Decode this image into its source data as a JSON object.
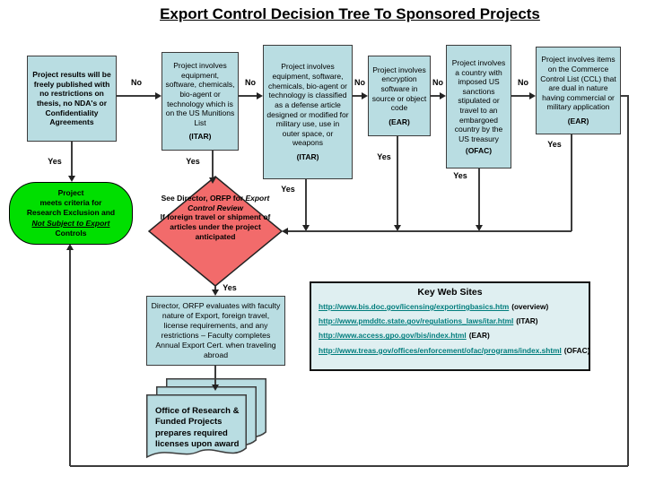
{
  "title": "Export Control Decision Tree To Sponsored Projects",
  "labels": {
    "yes": "Yes",
    "no": "No"
  },
  "flow": {
    "publish": "Project results will be freely published with no restrictions on thesis, no NDA's or Confidentiality Agreements",
    "munitions": "Project involves equipment, software, chemicals, bio-agent or technology which is on the US Munitions List",
    "munitions_acronym": "(ITAR)",
    "defense": "Project involves equipment, software, chemicals, bio-agent or technology is classified as a defense article designed or modified for military use, use in outer space, or weapons",
    "defense_acronym": "(ITAR)",
    "encryption": "Project involves encryption software in source or object code",
    "encryption_acronym": "(EAR)",
    "sanctions": "Project involves a country with imposed US sanctions stipulated or travel to an embargoed country by the US treasury",
    "sanctions_acronym": "(OFAC)",
    "ccl": "Project involves items on the Commerce Control List (CCL) that are dual in nature having commercial or military application",
    "ccl_acronym": "(EAR)",
    "exclusion_l1": "Project",
    "exclusion_l2": "meets criteria for",
    "exclusion_l3": "Research Exclusion and",
    "exclusion_em": "Not Subject to Export",
    "exclusion_l5": "Controls",
    "review_pre": "See Director, ORFP for",
    "review_em": "Export Control Review",
    "review_post": "If foreign travel or shipment of articles under the project anticipated",
    "director": "Director, ORFP evaluates with faculty nature of Export, foreign travel, license requirements, and any restrictions – Faculty completes Annual Export Cert. when traveling abroad",
    "documents": "Office of Research & Funded Projects prepares required licenses upon award"
  },
  "websites": {
    "title": "Key Web Sites",
    "links": [
      {
        "url": "http://www.bis.doc.gov/licensing/exportingbasics.htm",
        "tag": "(overview)"
      },
      {
        "url": "http://www.pmddtc.state.gov/regulations_laws/itar.html",
        "tag": "(ITAR)"
      },
      {
        "url": "http://www.access.gpo.gov/bis/index.html",
        "tag": "(EAR)"
      },
      {
        "url": "http://www.treas.gov/offices/enforcement/ofac/programs/index.shtml",
        "tag": "(OFAC)"
      }
    ]
  },
  "colors": {
    "node_fill": "#b9dde2",
    "exclusion_green": "#00df00",
    "review_red": "#f26b6b",
    "link_teal": "#007d7d",
    "websites_fill": "#dfeff1"
  }
}
